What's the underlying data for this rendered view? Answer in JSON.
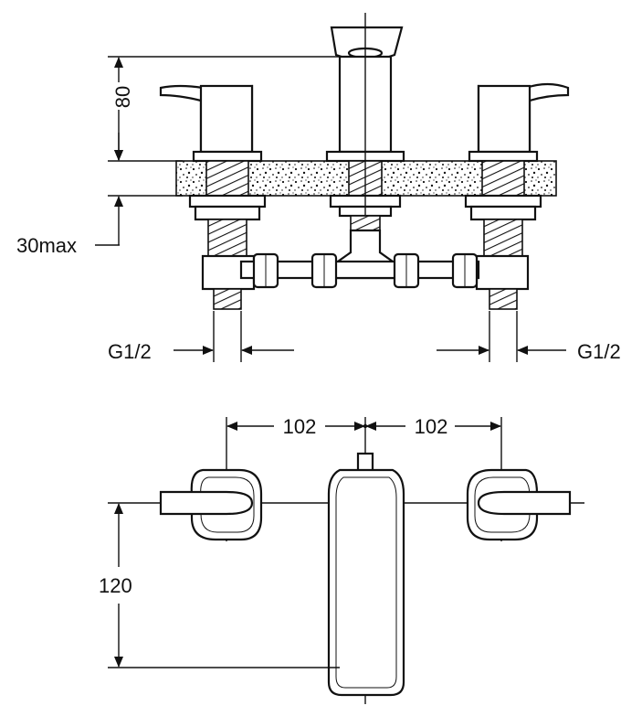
{
  "dimensions": {
    "height_above_counter": "80",
    "counter_thickness_max": "30max",
    "thread_left": "G1/2",
    "thread_right": "G1/2",
    "spacing_left": "102",
    "spacing_right": "102",
    "spout_reach": "120"
  },
  "colors": {
    "line": "#111111",
    "background": "#ffffff"
  }
}
